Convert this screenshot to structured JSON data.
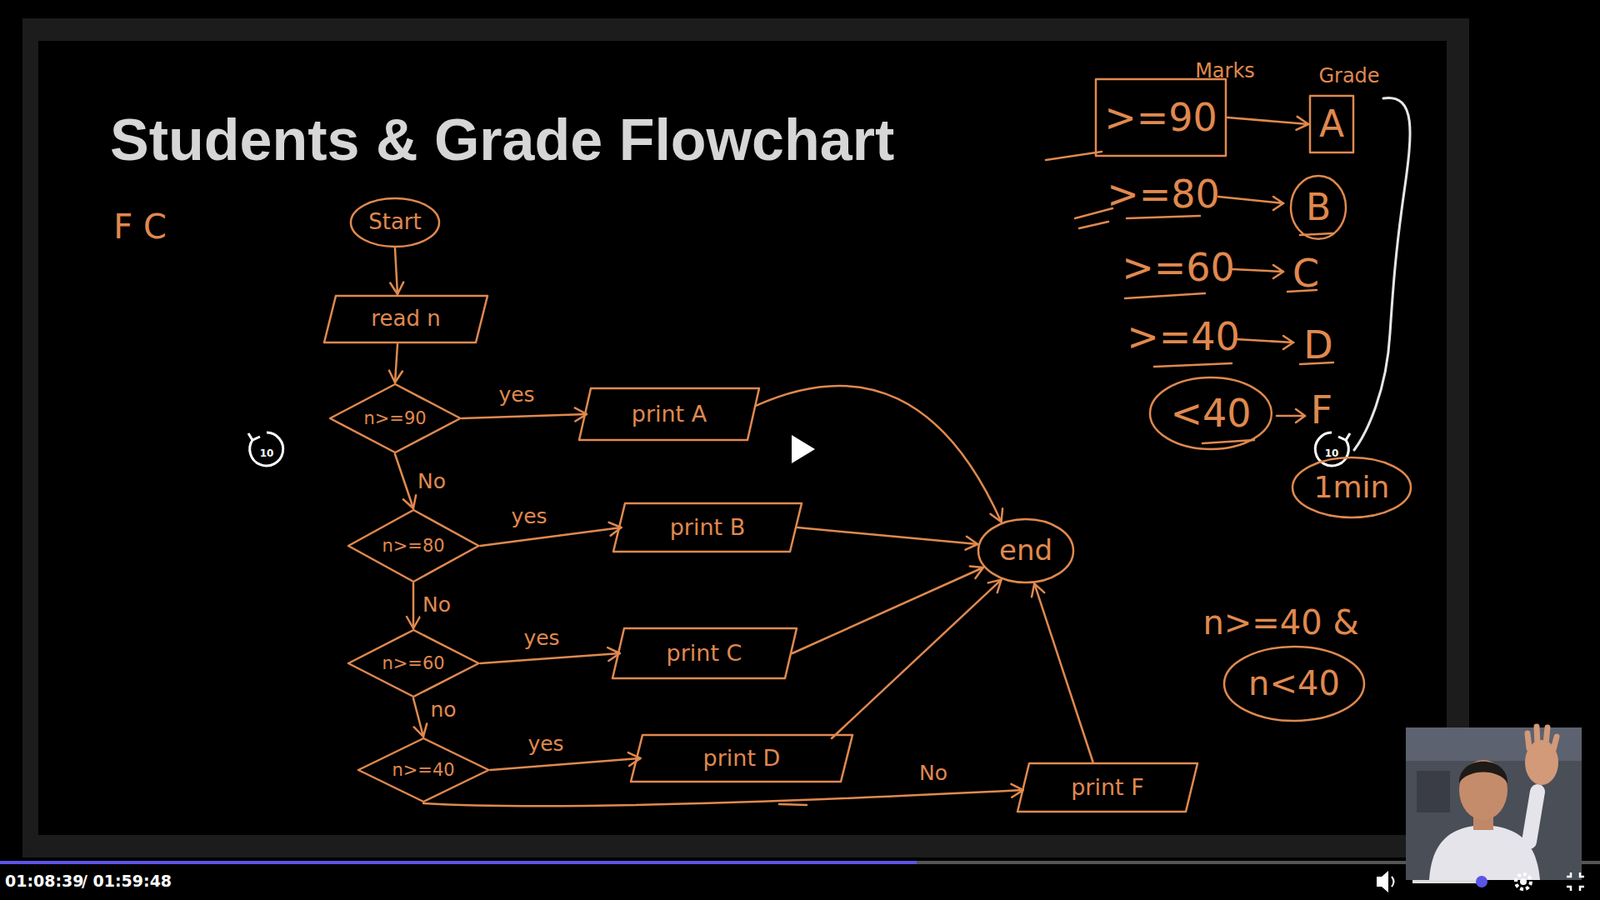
{
  "diagram": {
    "title": "Students & Grade Flowchart",
    "nodes": [
      {
        "text": [
          "Start"
        ]
      },
      {
        "text": [
          "read n"
        ]
      },
      {
        "text": [
          "n>=90"
        ]
      },
      {
        "text": [
          "print A"
        ]
      },
      {
        "text": [
          "n>=80"
        ]
      },
      {
        "text": [
          "print B"
        ]
      },
      {
        "text": [
          "n>=60"
        ]
      },
      {
        "text": [
          "print C"
        ]
      },
      {
        "text": [
          "n>=40"
        ]
      },
      {
        "text": [
          "print D"
        ]
      },
      {
        "text": [
          "print F"
        ]
      },
      {
        "text": [
          "end"
        ]
      },
      {
        "text": [
          ">=90"
        ]
      },
      {
        "text": [
          "A"
        ]
      },
      {
        "text": [
          "B"
        ]
      },
      {
        "text": [
          "<40"
        ]
      },
      {
        "text": [
          "1min"
        ]
      },
      {
        "text": [
          "n<40"
        ]
      }
    ],
    "edges": [
      {
        "from": 0,
        "to": 1,
        "arrow": "to"
      },
      {
        "from": 1,
        "to": 2,
        "arrow": "to"
      },
      {
        "from": 2,
        "to": 3,
        "label": "yes",
        "arrow": "to"
      },
      {
        "from": 2,
        "to": 4,
        "label": "No",
        "arrow": "to"
      },
      {
        "from": 4,
        "to": 5,
        "label": "yes",
        "arrow": "to"
      },
      {
        "from": 4,
        "to": 6,
        "label": "No",
        "arrow": "to"
      },
      {
        "from": 6,
        "to": 7,
        "label": "yes",
        "arrow": "to"
      },
      {
        "from": 6,
        "to": 8,
        "label": "no",
        "arrow": "to"
      },
      {
        "from": 8,
        "to": 9,
        "label": "yes",
        "arrow": "to"
      },
      {
        "from": 8,
        "to": 10,
        "label": "No",
        "arrow": "to"
      },
      {
        "from": 3,
        "to": 11,
        "arrow": "to"
      },
      {
        "from": 5,
        "to": 11,
        "arrow": "to"
      },
      {
        "from": 7,
        "to": 11,
        "arrow": "to"
      },
      {
        "from": 9,
        "to": 11,
        "arrow": "to"
      },
      {
        "from": 10,
        "to": 11,
        "arrow": "to"
      },
      {
        "from": 12,
        "to": 13,
        "arrow": "to"
      }
    ],
    "labels": [
      "F C",
      "Marks",
      "Grade",
      ">=80",
      ">=60",
      "C",
      ">=40",
      "D",
      "F",
      "n>=40 &",
      "10",
      "10",
      "01:08:39",
      "/ 01:59:48"
    ]
  }
}
